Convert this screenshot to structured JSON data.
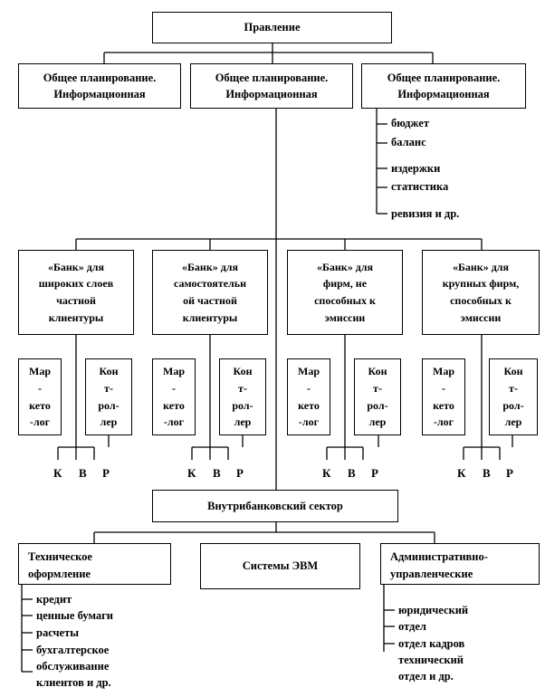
{
  "top": {
    "title": "Правление"
  },
  "planning": [
    {
      "line1": "Общее планирование.",
      "line2": "Информационная"
    },
    {
      "line1": "Общее планирование.",
      "line2": "Информационная"
    },
    {
      "line1": "Общее планирование.",
      "line2": "Информационная"
    }
  ],
  "planning_items": [
    "бюджет",
    "баланс",
    "издержки",
    "статистика",
    "ревизия и др."
  ],
  "banks": [
    {
      "lines": [
        "«Банк» для",
        "широких слоев",
        "частной",
        "клиентуры"
      ]
    },
    {
      "lines": [
        "«Банк» для",
        "самостоятельн",
        "ой частной",
        "клиентуры"
      ]
    },
    {
      "lines": [
        "«Банк» для",
        "фирм, не",
        "способных к",
        "эмиссии"
      ]
    },
    {
      "lines": [
        "«Банк» для",
        "крупных фирм,",
        "способных к",
        "эмиссии"
      ]
    }
  ],
  "sub": {
    "marketer": [
      "Мар",
      "-",
      "кето",
      "-лог"
    ],
    "controller": [
      "Кон",
      "т-",
      "рол-",
      "лер"
    ]
  },
  "kbr": [
    "К",
    "В",
    "Р"
  ],
  "internal": {
    "title": "Внутрибанковский сектор"
  },
  "bottom": {
    "tech": {
      "line1": "Техническое",
      "line2": "оформление"
    },
    "evm": {
      "title": "Системы ЭВМ"
    },
    "admin": {
      "line1": "Административно-",
      "line2": "управленческие"
    }
  },
  "tech_items": [
    "кредит",
    "ценные бумаги",
    "расчеты",
    "бухгалтерское",
    "обслуживание",
    "клиентов и др."
  ],
  "admin_items": [
    "юридический",
    "отдел",
    "отдел кадров",
    "технический",
    "отдел и др."
  ]
}
